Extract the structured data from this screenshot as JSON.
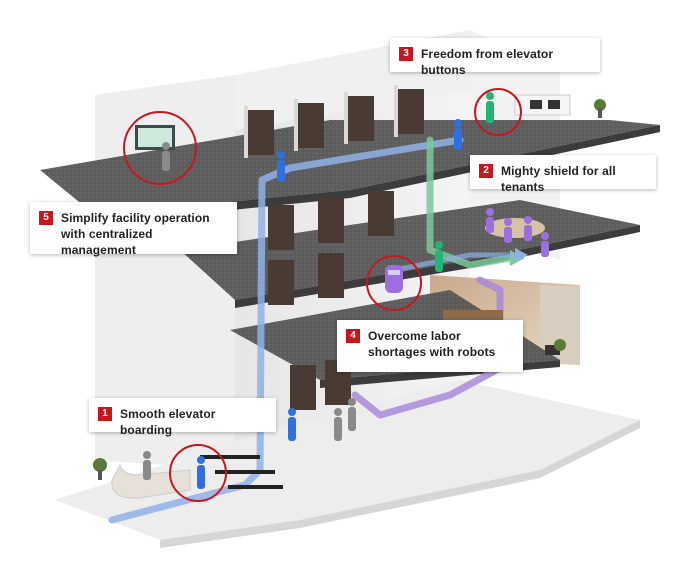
{
  "callouts": [
    {
      "number": "1",
      "text": "Smooth elevator boarding"
    },
    {
      "number": "2",
      "text": "Mighty shield for all tenants"
    },
    {
      "number": "3",
      "text": "Freedom from elevator buttons"
    },
    {
      "number": "4",
      "text": "Overcome labor shortages with robots"
    },
    {
      "number": "5",
      "text": "Simplify facility operation with centralized management"
    }
  ],
  "colors": {
    "accent": "#c8161d",
    "route_blue": "#8fb0e6",
    "route_green": "#7cc89a",
    "route_purple": "#a98ad8",
    "person_blue": "#2f6fe0",
    "person_green": "#22b573",
    "robot_purple": "#9b6fe0",
    "floor_carpet": "#5a5a5a"
  }
}
